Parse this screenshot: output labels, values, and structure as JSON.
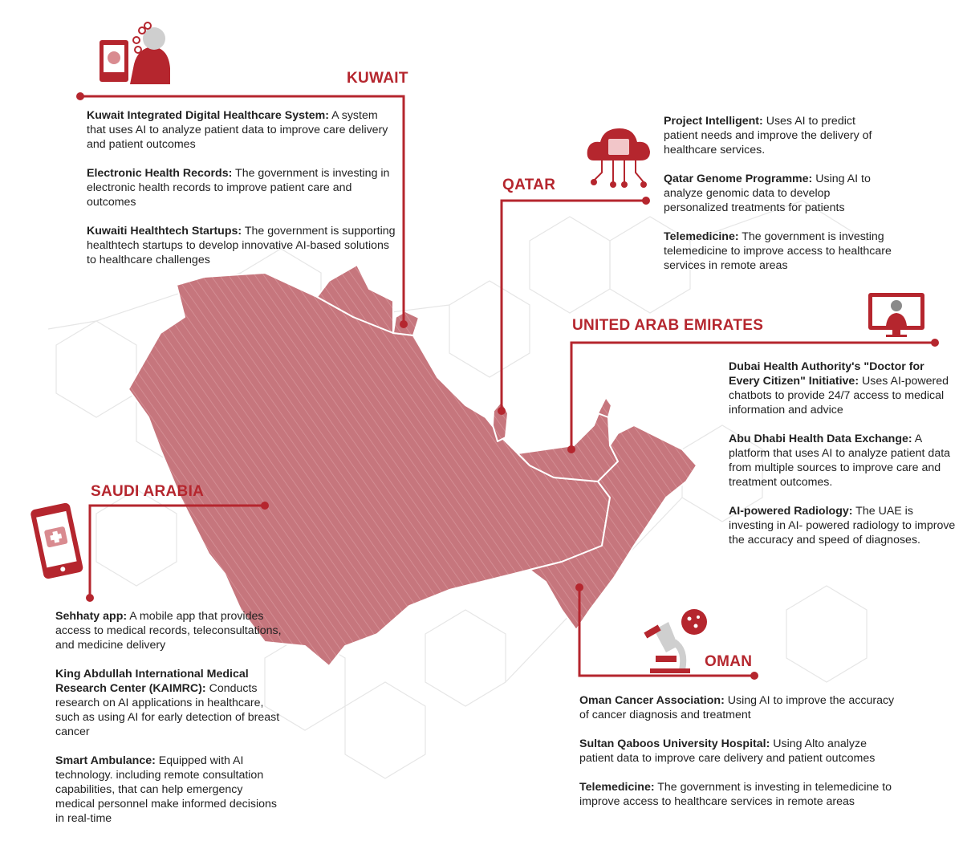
{
  "colors": {
    "accent": "#b5262e",
    "map_fill": "#c87a80",
    "map_border": "#ffffff",
    "hex_pattern": "#e8e8e8"
  },
  "countries": {
    "kuwait": {
      "label": "KUWAIT",
      "icon": "doctor-tablet-icon",
      "items": [
        {
          "title": "Kuwait Integrated Digital Healthcare System:",
          "text": " A system that uses AI to analyze patient data to improve care delivery and patient outcomes"
        },
        {
          "title": "Electronic Health Records:",
          "text": " The government is investing in electronic health records to improve patient care and outcomes"
        },
        {
          "title": "Kuwaiti Healthtech Startups:",
          "text": " The government is supporting healthtech startups to develop innovative AI-based solutions to healthcare challenges"
        }
      ]
    },
    "qatar": {
      "label": "QATAR",
      "icon": "medical-cloud-icon",
      "items": [
        {
          "title": "Project Intelligent:",
          "text": " Uses AI to predict patient needs and improve the delivery of healthcare services."
        },
        {
          "title": "Qatar Genome Programme:",
          "text": " Using AI to analyze genomic data to develop personalized treatments for patients"
        },
        {
          "title": "Telemedicine:",
          "text": " The government is investing telemedicine to improve access to healthcare services in remote areas"
        }
      ]
    },
    "uae": {
      "label": "UNITED ARAB EMIRATES",
      "icon": "doctor-monitor-icon",
      "items": [
        {
          "title": "Dubai Health Authority's \"Doctor for Every Citizen\" Initiative:",
          "text": " Uses AI-powered chatbots to provide 24/7 access to medical information and advice"
        },
        {
          "title": "Abu Dhabi Health Data Exchange:",
          "text": " A platform that uses AI to analyze patient data from multiple sources to improve care and treatment outcomes."
        },
        {
          "title": "AI-powered Radiology:",
          "text": " The UAE is investing in AI- powered radiology to improve the accuracy and speed of diagnoses."
        }
      ]
    },
    "saudi": {
      "label": "SAUDI ARABIA",
      "icon": "medical-phone-icon",
      "items": [
        {
          "title": "Sehhaty app:",
          "text": " A mobile app that provides access to medical records, teleconsultations, and medicine delivery"
        },
        {
          "title": "King Abdullah International Medical Research Center (KAIMRC):",
          "text": " Conducts research on AI applications in healthcare, such as using AI for early detection of breast cancer"
        },
        {
          "title": "Smart Ambulance:",
          "text": " Equipped with AI technology. including remote consultation capabilities, that can help emergency medical personnel make informed decisions in real-time"
        }
      ]
    },
    "oman": {
      "label": "OMAN",
      "icon": "microscope-icon",
      "items": [
        {
          "title": "Oman Cancer Association:",
          "text": " Using AI to improve the accuracy of cancer diagnosis and treatment"
        },
        {
          "title": "Sultan Qaboos University Hospital:",
          "text": " Using Alto analyze patient data to improve care delivery and patient outcomes"
        },
        {
          "title": "Telemedicine:",
          "text": " The government is investing in telemedicine to improve access to healthcare services in remote areas"
        }
      ]
    }
  }
}
